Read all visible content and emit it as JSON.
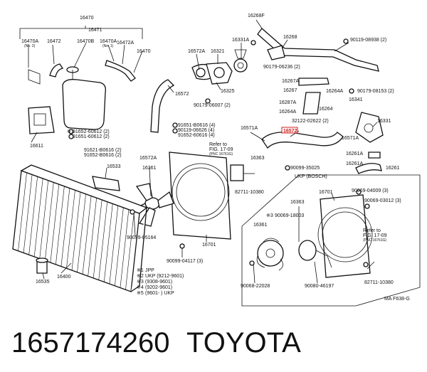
{
  "diagram": {
    "highlight_color": "#d21f1f",
    "highlighted_part": "16572",
    "labels": [
      {
        "id": "l16470",
        "text": "16470"
      },
      {
        "id": "l16471",
        "text": "16471"
      },
      {
        "id": "l16470A_a",
        "text": "16470A"
      },
      {
        "id": "l16470A_a_note",
        "text": "(No. 2)"
      },
      {
        "id": "l16472_a",
        "text": "16472"
      },
      {
        "id": "l16470B",
        "text": "16470B"
      },
      {
        "id": "l16470A_b",
        "text": "16470A"
      },
      {
        "id": "l16470A_b_note",
        "text": "(No. 1)"
      },
      {
        "id": "l16472A",
        "text": "16472A"
      },
      {
        "id": "l16470",
        "text": "16470"
      },
      {
        "id": "l16572A_a",
        "text": "16572A"
      },
      {
        "id": "l16321",
        "text": "16321"
      },
      {
        "id": "l16331A",
        "text": "16331A"
      },
      {
        "id": "l16268F",
        "text": "16268F"
      },
      {
        "id": "l16268",
        "text": "16268"
      },
      {
        "id": "l90119_08938",
        "text": "90119-08938 (2)"
      },
      {
        "id": "l90179_06236",
        "text": "90179-06236 (2)"
      },
      {
        "id": "l16267A",
        "text": "16267A"
      },
      {
        "id": "l16267",
        "text": "16267"
      },
      {
        "id": "l16264A",
        "text": "16264A"
      },
      {
        "id": "l90179_08153",
        "text": "90179-08153 (2)"
      },
      {
        "id": "l16572",
        "text": "16572"
      },
      {
        "id": "l16325",
        "text": "16325"
      },
      {
        "id": "l90179_06007",
        "text": "90179-06007 (2)"
      },
      {
        "id": "l16287A",
        "text": "16287A"
      },
      {
        "id": "l16264",
        "text": "16264"
      },
      {
        "id": "l16264A_b",
        "text": "16264A"
      },
      {
        "id": "l16341",
        "text": "16341"
      },
      {
        "id": "l32122_02622",
        "text": "32122-02622 (2)"
      },
      {
        "id": "l16571A_a",
        "text": "16571A"
      },
      {
        "id": "l16572_red",
        "text": "16572"
      },
      {
        "id": "l16331",
        "text": "16331"
      },
      {
        "id": "l16611",
        "text": "16611"
      },
      {
        "id": "l91652_60612",
        "text": "91652-60612 (2)"
      },
      {
        "id": "l91651_60612",
        "text": "91651-60612 (2)"
      },
      {
        "id": "l91651_B0616",
        "text": "91651-B0616 (4)"
      },
      {
        "id": "l90119_06626",
        "text": "90119-06626 (4)"
      },
      {
        "id": "l91652_60616",
        "text": "91652-60616 (4)"
      },
      {
        "id": "l91621_B0616",
        "text": "91621-B0616 (2)"
      },
      {
        "id": "l91652_B0616",
        "text": "91652-B0616 (2)"
      },
      {
        "id": "l16572A_b",
        "text": "16572A"
      },
      {
        "id": "l16533",
        "text": "16533"
      },
      {
        "id": "l16361_a",
        "text": "16361"
      },
      {
        "id": "l16363_a",
        "text": "16363"
      },
      {
        "id": "l16571A_b",
        "text": "16571A"
      },
      {
        "id": "l16261A_a",
        "text": "16261A"
      },
      {
        "id": "l16261A_b",
        "text": "16261A"
      },
      {
        "id": "l16261",
        "text": "16261"
      },
      {
        "id": "l90099_35025",
        "text": "90099-35025"
      },
      {
        "id": "l82711_10380_a",
        "text": "82711-10380"
      },
      {
        "id": "l16701_a",
        "text": "16701"
      },
      {
        "id": "l90099_04117",
        "text": "90099-04117 (3)"
      },
      {
        "id": "l90099_05164",
        "text": "90099-05164"
      },
      {
        "id": "l16400",
        "text": "16400"
      },
      {
        "id": "l16535",
        "text": "16535"
      },
      {
        "id": "l16363_b",
        "text": "16363"
      },
      {
        "id": "l16701_b",
        "text": "16701"
      },
      {
        "id": "l90069_04009",
        "text": "90069-04009 (3)"
      },
      {
        "id": "l90069_03012",
        "text": "90069-03012 (3)"
      },
      {
        "id": "l90069_18003",
        "text": "90069-18003"
      },
      {
        "id": "l16361_b",
        "text": "16361"
      },
      {
        "id": "l90068_22028",
        "text": "90068-22028"
      },
      {
        "id": "l90080_46197",
        "text": "90080-46197"
      },
      {
        "id": "l82711_10380_b",
        "text": "82711-10380"
      },
      {
        "id": "lMA",
        "text": "MA F638-G"
      }
    ],
    "refer_a": {
      "line1": "Refer to",
      "line2": "FIG. 17-09",
      "line3": "(PNC 16761G)"
    },
    "refer_b": {
      "line1": "Refer to",
      "line2": "FIG. 17-09",
      "line3": "(PNC 16761G)"
    },
    "ukp_bosch": "UKP (BOSCH)",
    "marks": {
      "m3": "※3",
      "m1": "※1"
    },
    "legend": [
      {
        "mark": "※1",
        "text": "JPP"
      },
      {
        "mark": "※2",
        "text": "UKP (9212-9601)"
      },
      {
        "mark": "※3",
        "text": "(9308-9601)"
      },
      {
        "mark": "※4",
        "text": "(9202-9601)"
      },
      {
        "mark": "※5",
        "text": "(9601-       ) UKP"
      }
    ]
  },
  "footer": {
    "part_number": "1657174260",
    "brand": "TOYOTA"
  }
}
